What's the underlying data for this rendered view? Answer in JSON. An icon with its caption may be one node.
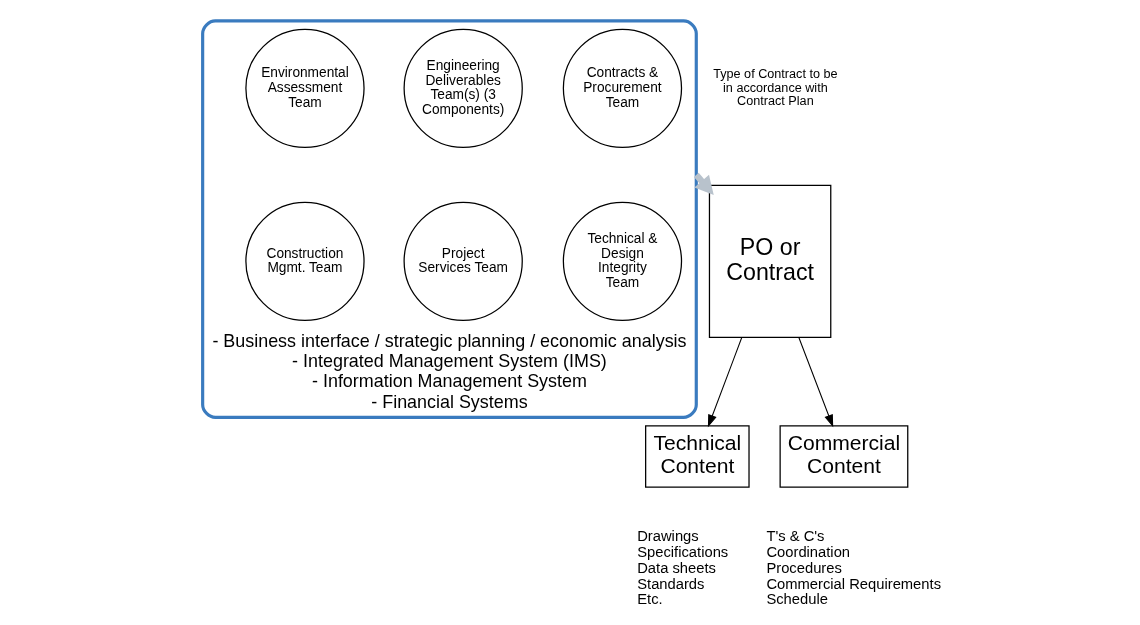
{
  "diagram": {
    "nodes": [
      {
        "text": [
          "- Business interface / strategic planning / economic analysis",
          "- Integrated Management System (IMS)",
          "- Information Management System",
          "- Financial Systems"
        ]
      },
      {
        "text": [
          "Contracts & Procurement Team"
        ],
        "in": 0
      },
      {
        "text": [
          "Engineering Deliverables Team(s) (3 Components)"
        ],
        "in": 0
      },
      {
        "text": [
          "Environmental Assessment Team"
        ],
        "in": 0
      },
      {
        "text": [
          "Technical & Design Integrity Team"
        ],
        "in": 0
      },
      {
        "text": [
          "Project Services Team"
        ],
        "in": 0
      },
      {
        "text": [
          "Construction Mgmt. Team"
        ],
        "in": 0
      },
      {
        "text": [
          "PO or Contract"
        ]
      },
      {
        "text": [
          "Technical Content"
        ],
        "beside": [
          "Drawings",
          "Specifications",
          "Data sheets",
          "Standards",
          "Etc."
        ]
      },
      {
        "text": [
          "Commercial Content"
        ],
        "beside": [
          "T's & C's",
          "Coordination",
          "Procedures",
          "Commercial Requirements",
          "Schedule"
        ]
      }
    ],
    "edges": [
      {
        "from": 0,
        "to": 7,
        "arrow": "to",
        "style": "thick",
        "color": "#b8c2cc"
      },
      {
        "from": 7,
        "to": 8,
        "arrow": "to"
      },
      {
        "from": 7,
        "to": 9,
        "arrow": "to"
      }
    ],
    "labels": [
      "Type of Contract to be in accordance with Contract Plan"
    ]
  }
}
